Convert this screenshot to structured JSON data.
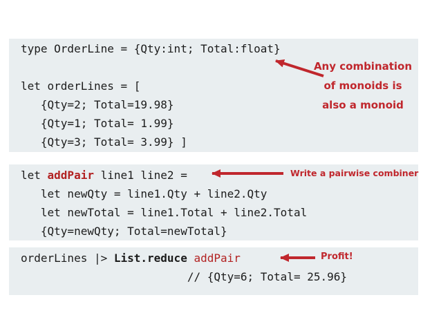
{
  "colors": {
    "block_bg": "#e9eef0",
    "code_text": "#1c1c1c",
    "keyword_red": "#b22222",
    "annotation_red": "#c0272d",
    "page_bg": "#ffffff"
  },
  "code_blocks": [
    {
      "name": "type-and-data-block",
      "lines": [
        [
          {
            "text": "type OrderLine = {Qty:int; Total:float}",
            "style": null
          }
        ],
        [],
        [
          {
            "text": "let orderLines = [",
            "style": null
          }
        ],
        [
          {
            "text": "   {Qty=2; Total=19.98}",
            "style": null
          }
        ],
        [
          {
            "text": "   {Qty=1; Total= 1.99}",
            "style": null
          }
        ],
        [
          {
            "text": "   {Qty=3; Total= 3.99} ]",
            "style": null
          }
        ]
      ]
    },
    {
      "name": "addpair-function-block",
      "lines": [
        [
          {
            "text": "let ",
            "style": null
          },
          {
            "text": "addPair",
            "style": "kw"
          },
          {
            "text": " line1 line2 =",
            "style": null
          }
        ],
        [
          {
            "text": "   let newQty = line1.Qty + line2.Qty",
            "style": null
          }
        ],
        [
          {
            "text": "   let newTotal = line1.Total + line2.Total",
            "style": null
          }
        ],
        [
          {
            "text": "   {Qty=newQty; Total=newTotal}",
            "style": null
          }
        ]
      ]
    },
    {
      "name": "reduce-result-block",
      "lines": [
        [
          {
            "text": "orderLines |> ",
            "style": null
          },
          {
            "text": "List.reduce",
            "style": "bold"
          },
          {
            "text": " ",
            "style": null
          },
          {
            "text": "addPair",
            "style": "red"
          }
        ],
        [
          {
            "text": "                         // {Qty=6; Total= 25.96}",
            "style": null
          }
        ]
      ]
    }
  ],
  "annotations": {
    "monoid_note": {
      "line1": "Any combination",
      "line2": "of monoids is",
      "line3": "also a monoid"
    },
    "pairwise_note": "Write a pairwise combiner",
    "profit_note": "Profit!"
  }
}
